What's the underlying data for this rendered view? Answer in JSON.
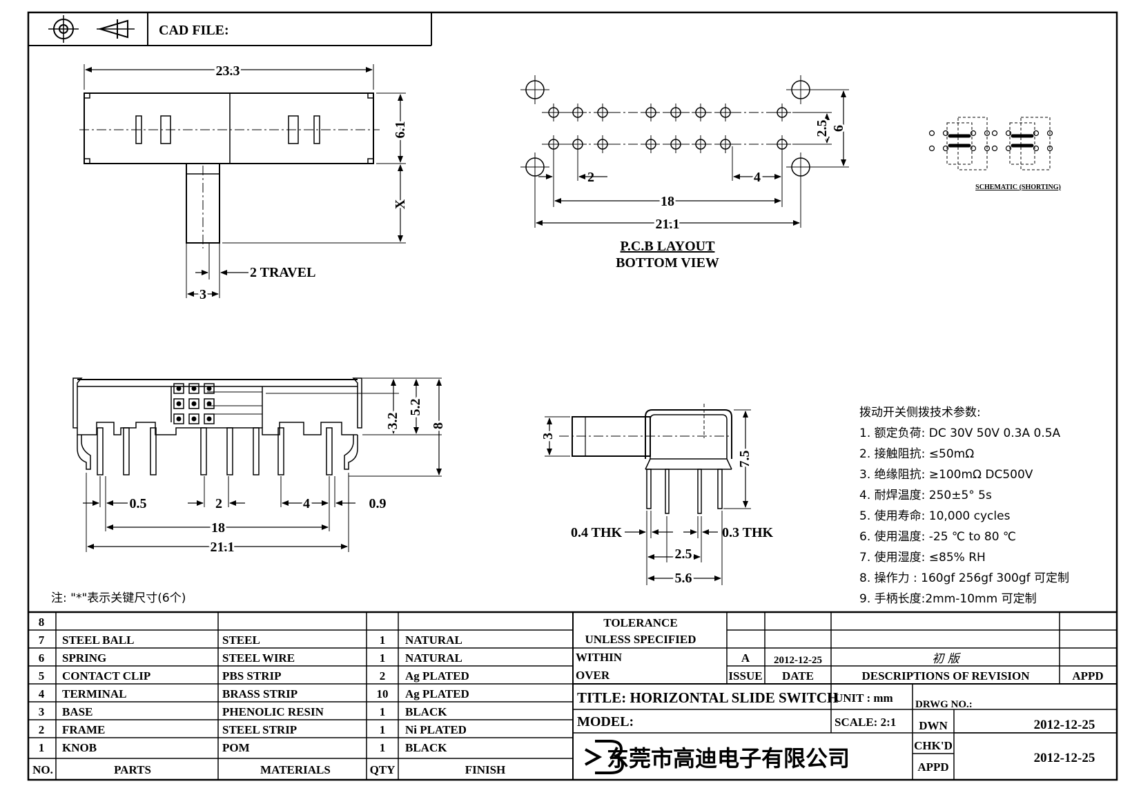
{
  "header": {
    "cad_file_label": "CAD FILE:",
    "symbols": [
      "target-symbol-icon",
      "projection-symbol-icon"
    ]
  },
  "top_view": {
    "width": "23.3",
    "height": "6.1",
    "x_dim": "X",
    "travel": "2 TRAVEL",
    "knob_width": "3"
  },
  "pcb_layout": {
    "title": "P.C.B LAYOUT",
    "subtitle": "BOTTOM VIEW",
    "dims": {
      "row_pitch": "2.5",
      "mount_span": "6",
      "pin_pitch_left": "2",
      "pin_pitch_right": "4",
      "pin_span": "18",
      "mount_pitch": "21.1"
    }
  },
  "schematic": {
    "caption": "SCHEMATIC (SHORTING)"
  },
  "front_view": {
    "dims": {
      "h_small": "3.2",
      "h_mid": "5.2",
      "h_total": "8",
      "pin_width": "0.5",
      "pitch_small": "2",
      "pitch_large": "4",
      "end_pin": "0.9",
      "pin_span": "18",
      "mount_span": "21.1"
    }
  },
  "side_view": {
    "dims": {
      "knob": "3",
      "height": "7.5",
      "left_thk": "0.4  THK",
      "right_thk": "0.3  THK",
      "pitch": "2.5",
      "span": "5.6"
    }
  },
  "note": "注: \"*\"表示关键尺寸(6个)",
  "specs": {
    "title": "拨动开关侧拨技术参数:",
    "items": [
      "1.  额定负荷: DC 30V    50V    0.3A    0.5A",
      "2.  接触阻抗:  ≤50mΩ",
      "3.  绝缘阻抗:  ≥100mΩ   DC500V",
      "4.  耐焊温度: 250±5°  5s",
      "5.  使用寿命: 10,000 cycles",
      "6.  使用温度: -25  ℃   to 80  ℃",
      "7.  使用湿度:  ≤85% RH",
      "8.  操作力 : 160gf    256gf    300gf  可定制",
      "9.  手柄长度:2mm-10mm   可定制"
    ]
  },
  "bom": {
    "headers": [
      "NO.",
      "PARTS",
      "MATERIALS",
      "QTY",
      "FINISH"
    ],
    "rows": [
      [
        "8",
        "",
        "",
        "",
        ""
      ],
      [
        "7",
        "STEEL  BALL",
        "STEEL",
        "1",
        "NATURAL"
      ],
      [
        "6",
        "SPRING",
        "STEEL  WIRE",
        "1",
        "NATURAL"
      ],
      [
        "5",
        "CONTACT  CLIP",
        "PBS  STRIP",
        "2",
        "Ag  PLATED"
      ],
      [
        "4",
        "TERMINAL",
        "BRASS  STRIP",
        "10",
        "Ag  PLATED"
      ],
      [
        "3",
        "BASE",
        "PHENOLIC  RESIN",
        "1",
        "BLACK"
      ],
      [
        "2",
        "FRAME",
        "STEEL  STRIP",
        "1",
        "Ni  PLATED"
      ],
      [
        "1",
        "KNOB",
        "POM",
        "1",
        "BLACK"
      ]
    ]
  },
  "title_block": {
    "tolerance": "TOLERANCE",
    "unless": "UNLESS    SPECIFIED",
    "within": "WITHIN",
    "over": "OVER",
    "issue_value": "A",
    "date_value": "2012-12-25",
    "revision_text": "初  版",
    "issue_label": "ISSUE",
    "date_label": "DATE",
    "desc_label": "DESCRIPTIONS  OF  REVISION",
    "appd_label": "APPD",
    "title": "TITLE:  HORIZONTAL  SLIDE  SWITCH",
    "unit": "UNIT : mm",
    "drwg_no": "DRWG  NO.:",
    "model": "MODEL:",
    "scale": "SCALE: 2:1",
    "dwn_label": "DWN",
    "dwn_date": "2012-12-25",
    "chkd_label": "CHK'D",
    "appd_row_label": "APPD",
    "chk_date": "2012-12-25",
    "company": "东莞市高迪电子有限公司"
  }
}
